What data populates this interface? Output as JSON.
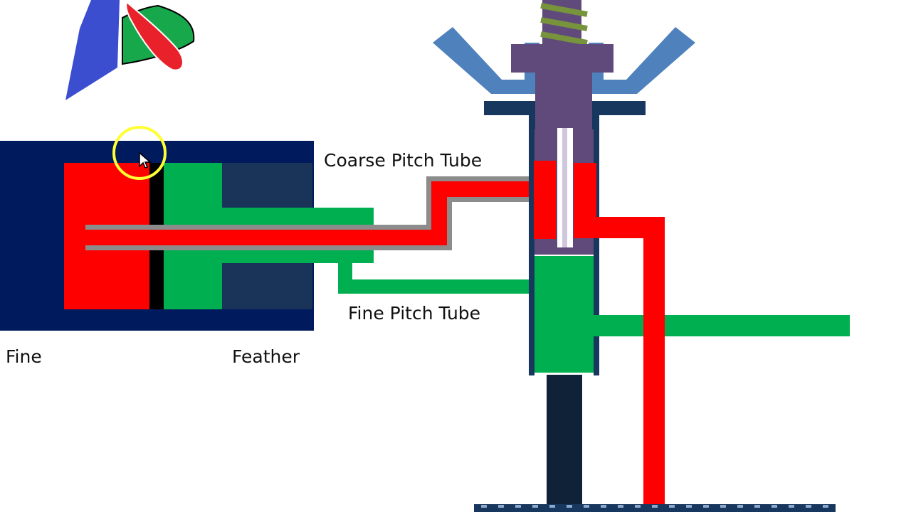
{
  "labels": {
    "coarse_pitch_tube": "Coarse Pitch Tube",
    "fine_pitch_tube": "Fine Pitch Tube",
    "fine": "Fine",
    "feather": "Feather"
  },
  "colors": {
    "oil_coarse": "#ff0000",
    "oil_fine": "#00b050",
    "cylinder_navy": "#001a5e",
    "cylinder_inner": "#1a3358",
    "housing_purple": "#604a7b",
    "flyweight_blue": "#4f81bd",
    "spring_olive": "#77933c",
    "tube_grey": "#8c8c8c",
    "shaft_dark": "#0f2237",
    "cursor_highlight": "#ffff33"
  },
  "icons": {
    "logo": "propeller-logo-icon",
    "cursor": "mouse-pointer-icon"
  }
}
